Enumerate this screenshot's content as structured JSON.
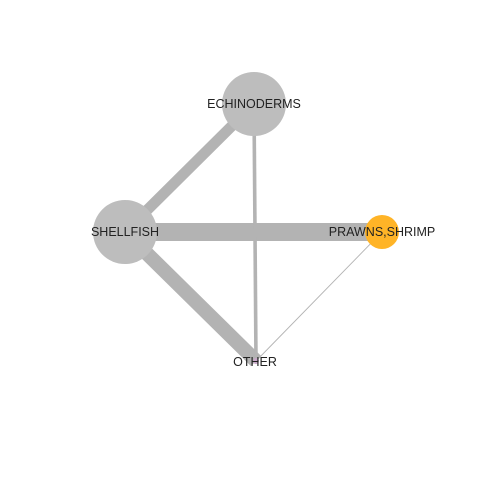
{
  "nodes": [
    {
      "id": "echinoderms",
      "label": "ECHINODERMS",
      "color": "#bdbdbd"
    },
    {
      "id": "shellfish",
      "label": "SHELLFISH",
      "color": "#bdbdbd"
    },
    {
      "id": "prawns",
      "label": "PRAWNS,SHRIMP",
      "color": "#ffb427"
    },
    {
      "id": "other",
      "label": "OTHER",
      "color": "#c8a8c8"
    }
  ],
  "edges": [
    {
      "source": "shellfish",
      "target": "prawns",
      "weight": 10
    },
    {
      "source": "shellfish",
      "target": "other",
      "weight": 8
    },
    {
      "source": "shellfish",
      "target": "echinoderms",
      "weight": 6
    },
    {
      "source": "echinoderms",
      "target": "other",
      "weight": 2
    },
    {
      "source": "prawns",
      "target": "other",
      "weight": 0.5
    }
  ],
  "edge_color": "#b3b3b3"
}
